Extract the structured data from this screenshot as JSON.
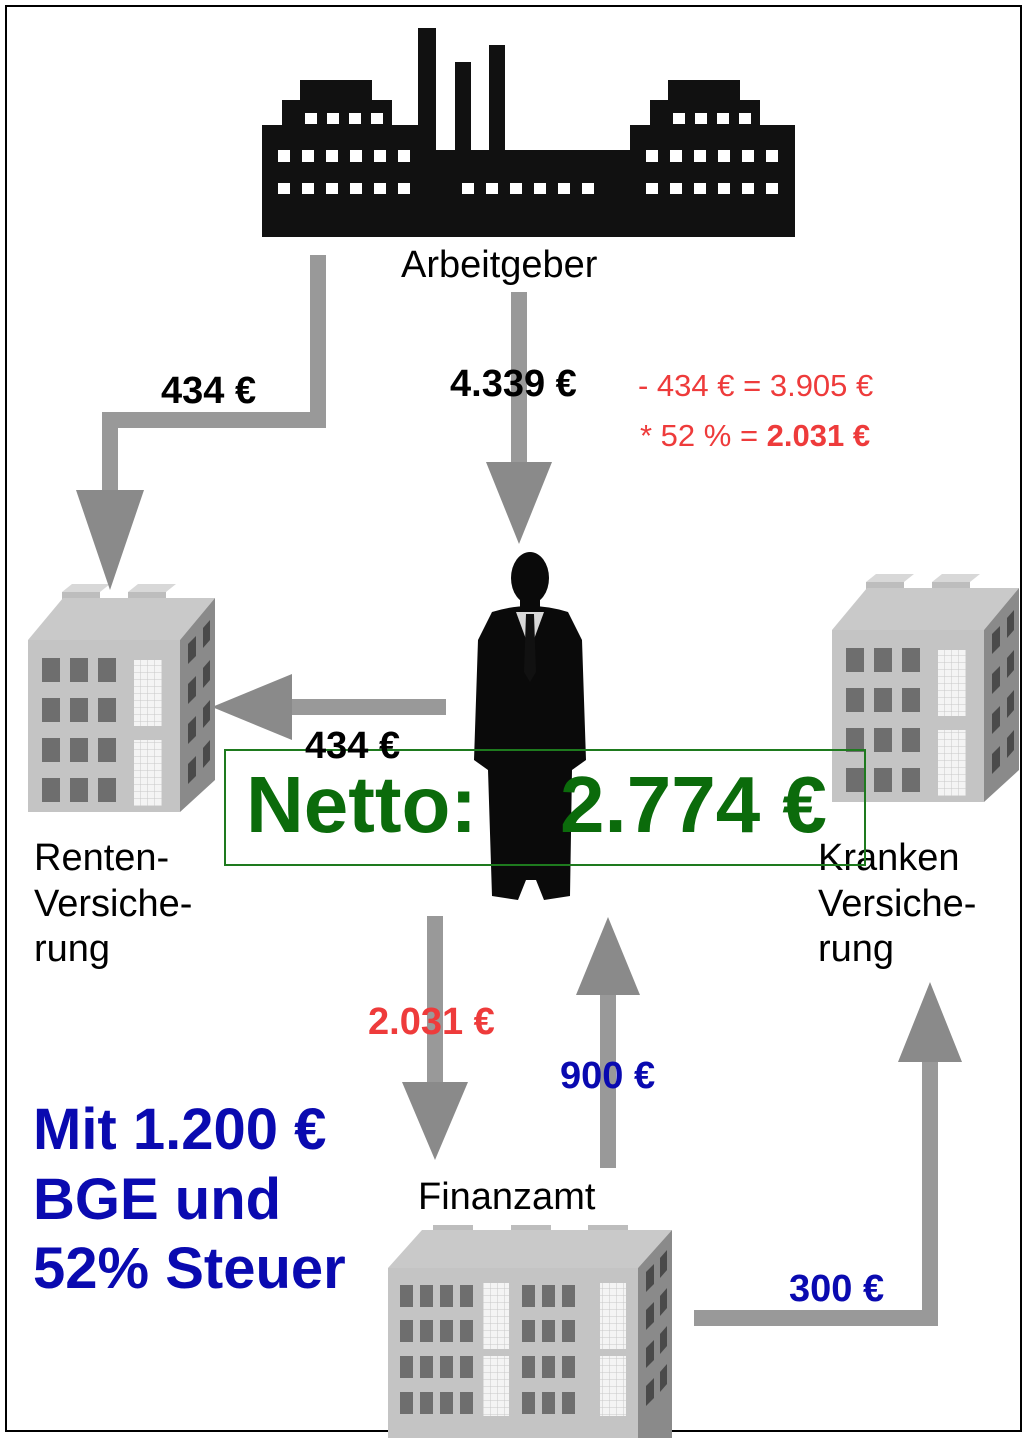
{
  "labels": {
    "employer": "Arbeitgeber",
    "pension_insurance": [
      "Renten-",
      "Versiche-",
      "rung"
    ],
    "health_insurance": [
      "Kranken",
      "Versiche-",
      "rung"
    ],
    "tax_office": "Finanzamt"
  },
  "flows": {
    "employer_to_pension": "434 €",
    "employer_to_person": "4.339 €",
    "person_to_pension": "434 €",
    "person_to_tax_office": "2.031 €",
    "tax_office_to_person": "900 €",
    "tax_office_to_health": "300 €"
  },
  "calculation": {
    "line1": "- 434 € = 3.905 €",
    "line2_prefix": "* 52 % = ",
    "line2_result": "2.031 €"
  },
  "netto": {
    "label": "Netto:",
    "value": "2.774 €"
  },
  "scenario": [
    "Mit 1.200 €",
    "BGE und",
    "52% Steuer"
  ],
  "colors": {
    "arrow": "#999999",
    "red": "#ee3b3b",
    "blue": "#0a0ab0",
    "green": "#0b6b0b"
  }
}
